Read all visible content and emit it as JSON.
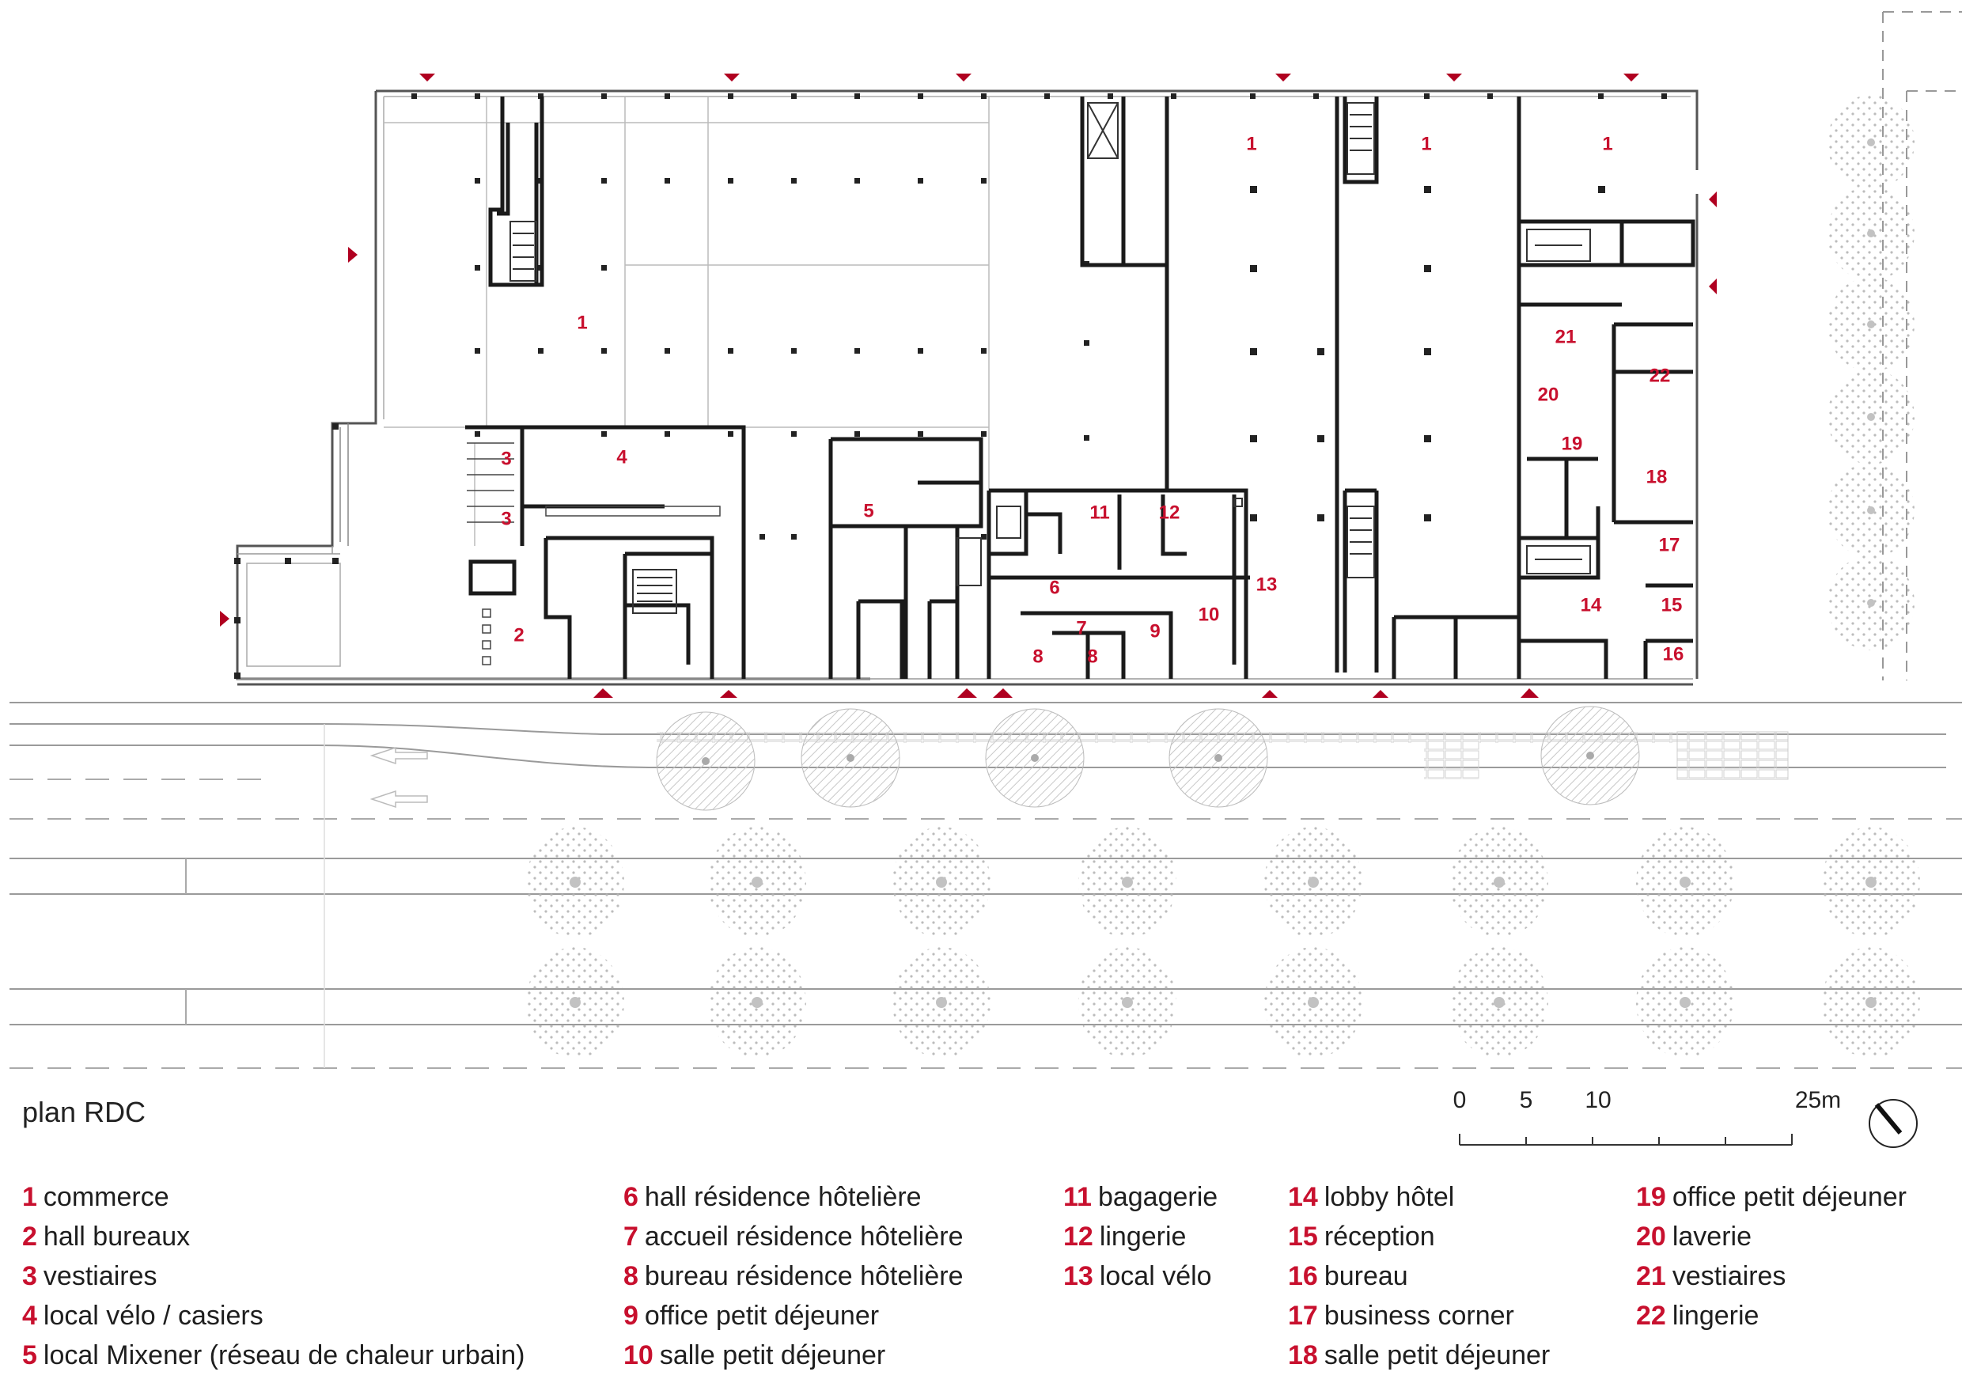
{
  "title": "plan RDC",
  "scale_bar": {
    "ticks": [
      "0",
      "5",
      "10",
      "25m"
    ]
  },
  "colors": {
    "accent": "#c8102e",
    "wall": "#1a1a1a",
    "thin": "#9a9a9a"
  },
  "icons": {
    "north": "north-arrow-icon",
    "entrance": "entrance-triangle-icon"
  },
  "room_labels": [
    {
      "n": "1"
    },
    {
      "n": "1"
    },
    {
      "n": "1"
    },
    {
      "n": "1"
    },
    {
      "n": "2"
    },
    {
      "n": "3"
    },
    {
      "n": "3"
    },
    {
      "n": "4"
    },
    {
      "n": "5"
    },
    {
      "n": "6"
    },
    {
      "n": "7"
    },
    {
      "n": "8"
    },
    {
      "n": "8"
    },
    {
      "n": "9"
    },
    {
      "n": "10"
    },
    {
      "n": "11"
    },
    {
      "n": "12"
    },
    {
      "n": "13"
    },
    {
      "n": "14"
    },
    {
      "n": "15"
    },
    {
      "n": "16"
    },
    {
      "n": "17"
    },
    {
      "n": "18"
    },
    {
      "n": "19"
    },
    {
      "n": "20"
    },
    {
      "n": "21"
    },
    {
      "n": "22"
    }
  ],
  "legend_columns": [
    [
      {
        "num": "1",
        "label": "commerce"
      },
      {
        "num": "2",
        "label": "hall bureaux"
      },
      {
        "num": "3",
        "label": "vestiaires"
      },
      {
        "num": "4",
        "label": "local vélo / casiers"
      },
      {
        "num": "5",
        "label": "local Mixener (réseau de chaleur urbain)"
      }
    ],
    [
      {
        "num": "6",
        "label": "hall résidence hôtelière"
      },
      {
        "num": "7",
        "label": "accueil résidence hôtelière"
      },
      {
        "num": "8",
        "label": "bureau résidence hôtelière"
      },
      {
        "num": "9",
        "label": "office petit déjeuner"
      },
      {
        "num": "10",
        "label": "salle petit déjeuner"
      }
    ],
    [
      {
        "num": "11",
        "label": "bagagerie"
      },
      {
        "num": "12",
        "label": "lingerie"
      },
      {
        "num": "13",
        "label": "local vélo"
      }
    ],
    [
      {
        "num": "14",
        "label": "lobby hôtel"
      },
      {
        "num": "15",
        "label": "réception"
      },
      {
        "num": "16",
        "label": "bureau"
      },
      {
        "num": "17",
        "label": "business corner"
      },
      {
        "num": "18",
        "label": "salle petit déjeuner"
      }
    ],
    [
      {
        "num": "19",
        "label": "office petit déjeuner"
      },
      {
        "num": "20",
        "label": "laverie"
      },
      {
        "num": "21",
        "label": "vestiaires"
      },
      {
        "num": "22",
        "label": "lingerie"
      }
    ]
  ]
}
